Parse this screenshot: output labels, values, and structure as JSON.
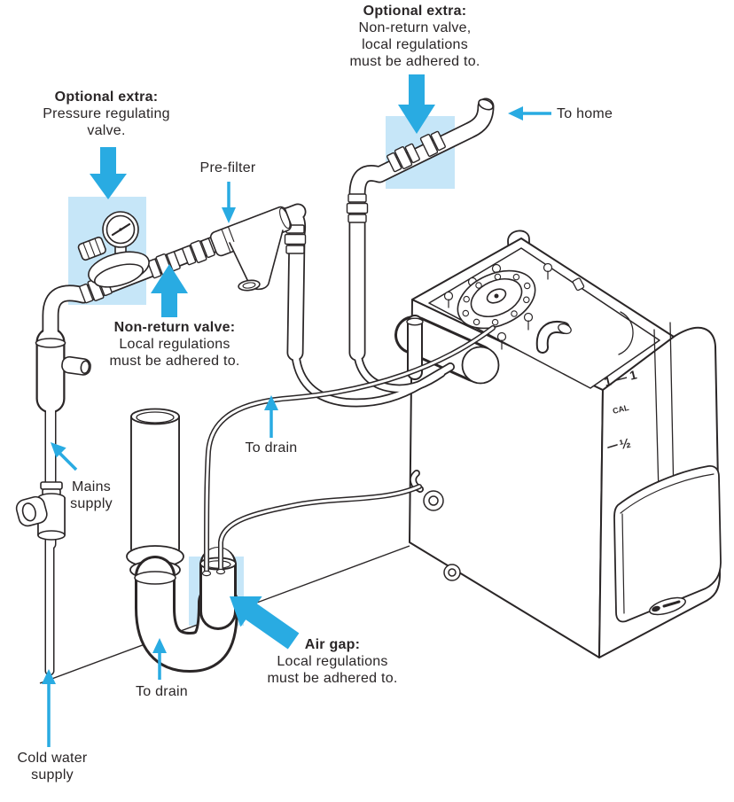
{
  "colors": {
    "arrow_blue": "#29abe2",
    "highlight_blue": "#c6e6f8",
    "line": "#2a2627",
    "background": "#ffffff"
  },
  "callouts": {
    "optional_extra_top": {
      "title": "Optional extra:",
      "line1": "Non-return valve,",
      "line2": "local regulations",
      "line3": "must be adhered to."
    },
    "optional_extra_left": {
      "title": "Optional extra:",
      "line1": "Pressure regulating",
      "line2": "valve."
    },
    "pre_filter": {
      "text": "Pre-filter"
    },
    "to_home": {
      "text": "To home"
    },
    "non_return_valve": {
      "title": "Non-return valve:",
      "line1": "Local regulations",
      "line2": "must be adhered to."
    },
    "to_drain_hose": {
      "text": "To drain"
    },
    "mains_supply": {
      "line1": "Mains",
      "line2": "supply"
    },
    "to_drain_standpipe": {
      "text": "To drain"
    },
    "air_gap": {
      "title": "Air gap:",
      "line1": "Local regulations",
      "line2": "must be adhered to."
    },
    "cold_water_supply": {
      "line1": "Cold water",
      "line2": "supply"
    }
  },
  "machine": {
    "scale_marks": {
      "mark1": "1 — 1",
      "mark2": "CAL",
      "mark3": "½"
    }
  }
}
